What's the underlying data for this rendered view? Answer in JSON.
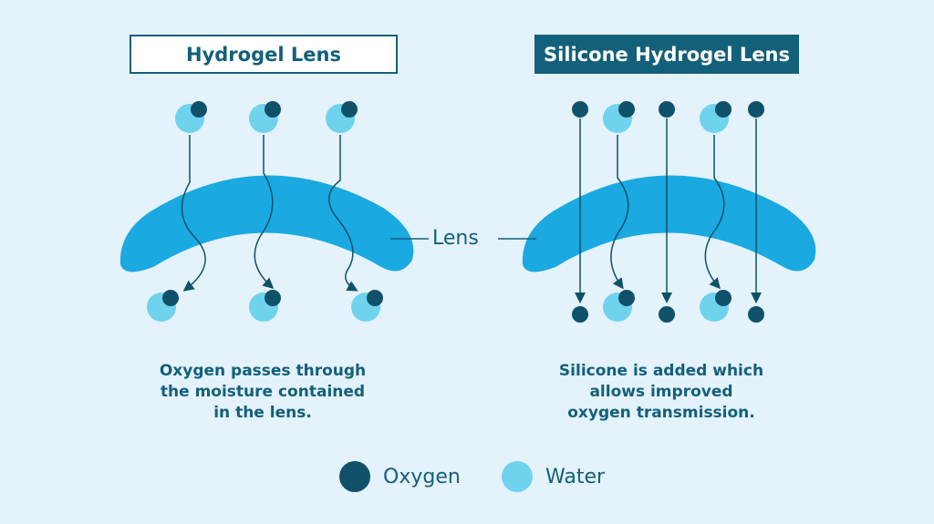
{
  "left_panel": {
    "title": "Hydrogel Lens",
    "caption": [
      "Oxygen passes through",
      "the moisture contained",
      "in the lens."
    ]
  },
  "right_panel": {
    "title": "Silicone Hydrogel Lens",
    "caption": [
      "Silicone is added which",
      "allows improved",
      "oxygen transmission."
    ]
  },
  "lens_label": "Lens",
  "legend": {
    "oxygen": "Oxygen",
    "water": "Water"
  },
  "colors": {
    "oxygen": "#10516a",
    "water": "#6fd3ee",
    "lens": "#1aa9e0",
    "text": "#13607a",
    "background": "#e3f2fb"
  }
}
